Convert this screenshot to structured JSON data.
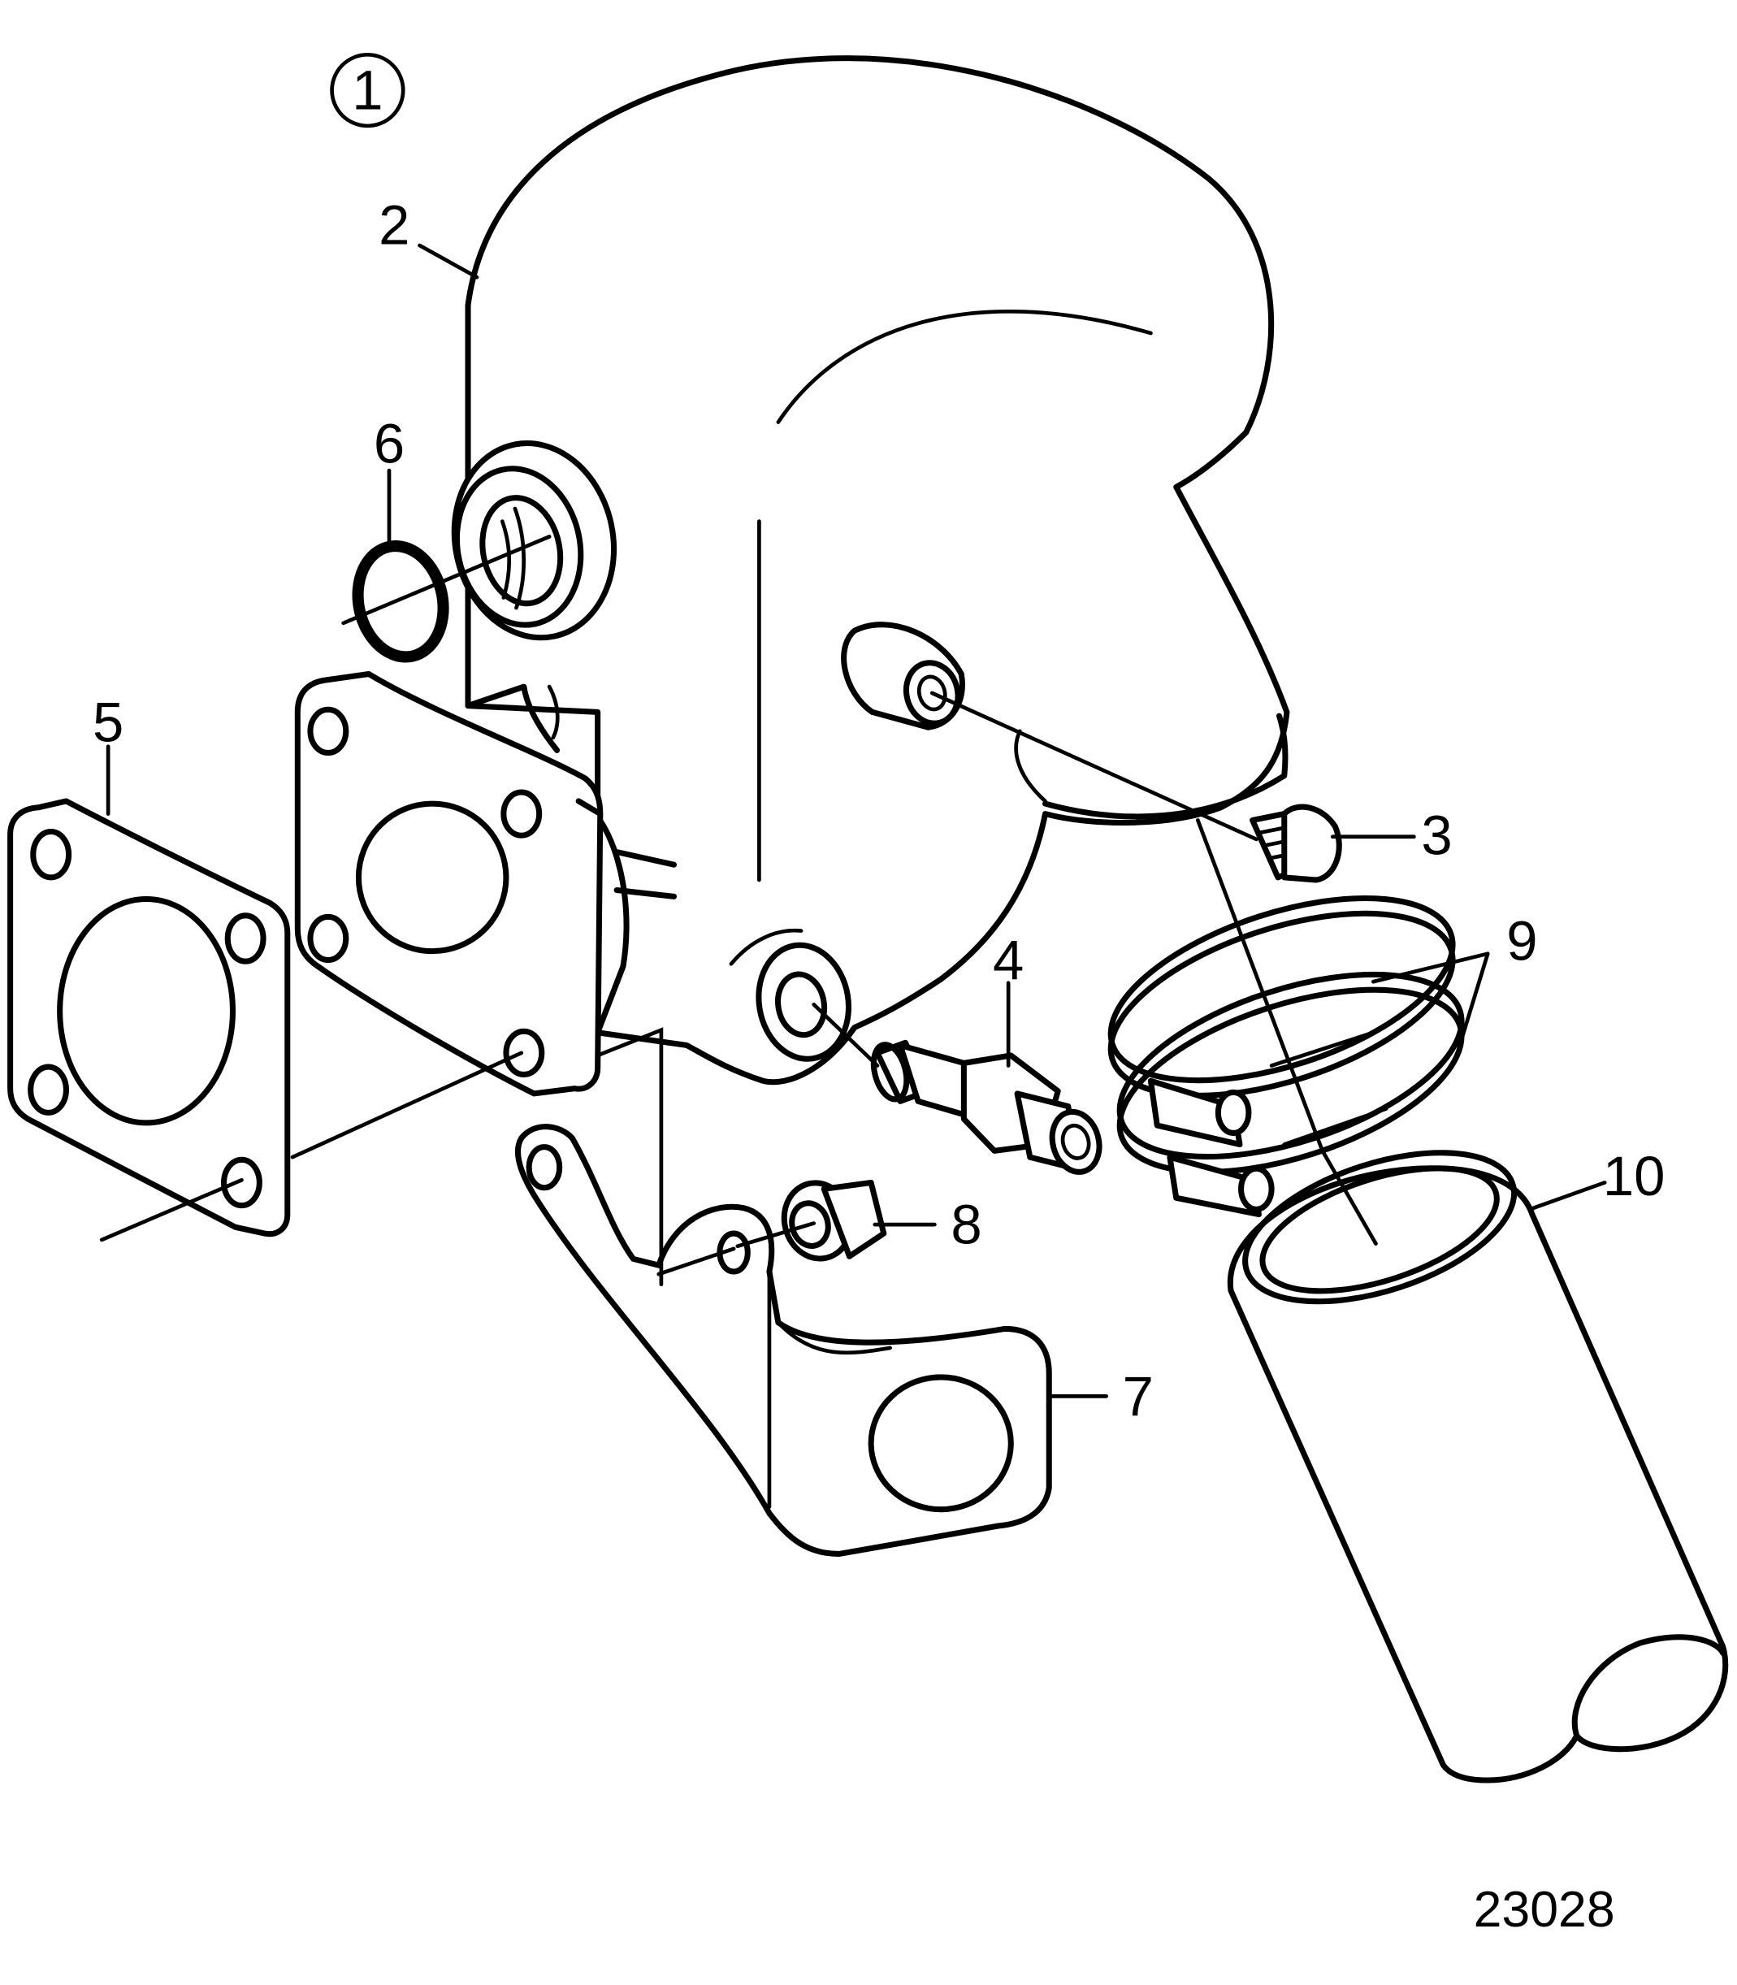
{
  "diagram": {
    "figure_number": "23028",
    "main_callout": "1",
    "callouts": [
      {
        "id": "c2",
        "label": "2"
      },
      {
        "id": "c3",
        "label": "3"
      },
      {
        "id": "c4",
        "label": "4"
      },
      {
        "id": "c5",
        "label": "5"
      },
      {
        "id": "c6",
        "label": "6"
      },
      {
        "id": "c7",
        "label": "7"
      },
      {
        "id": "c8",
        "label": "8"
      },
      {
        "id": "c9",
        "label": "9"
      },
      {
        "id": "c10",
        "label": "10"
      }
    ]
  }
}
